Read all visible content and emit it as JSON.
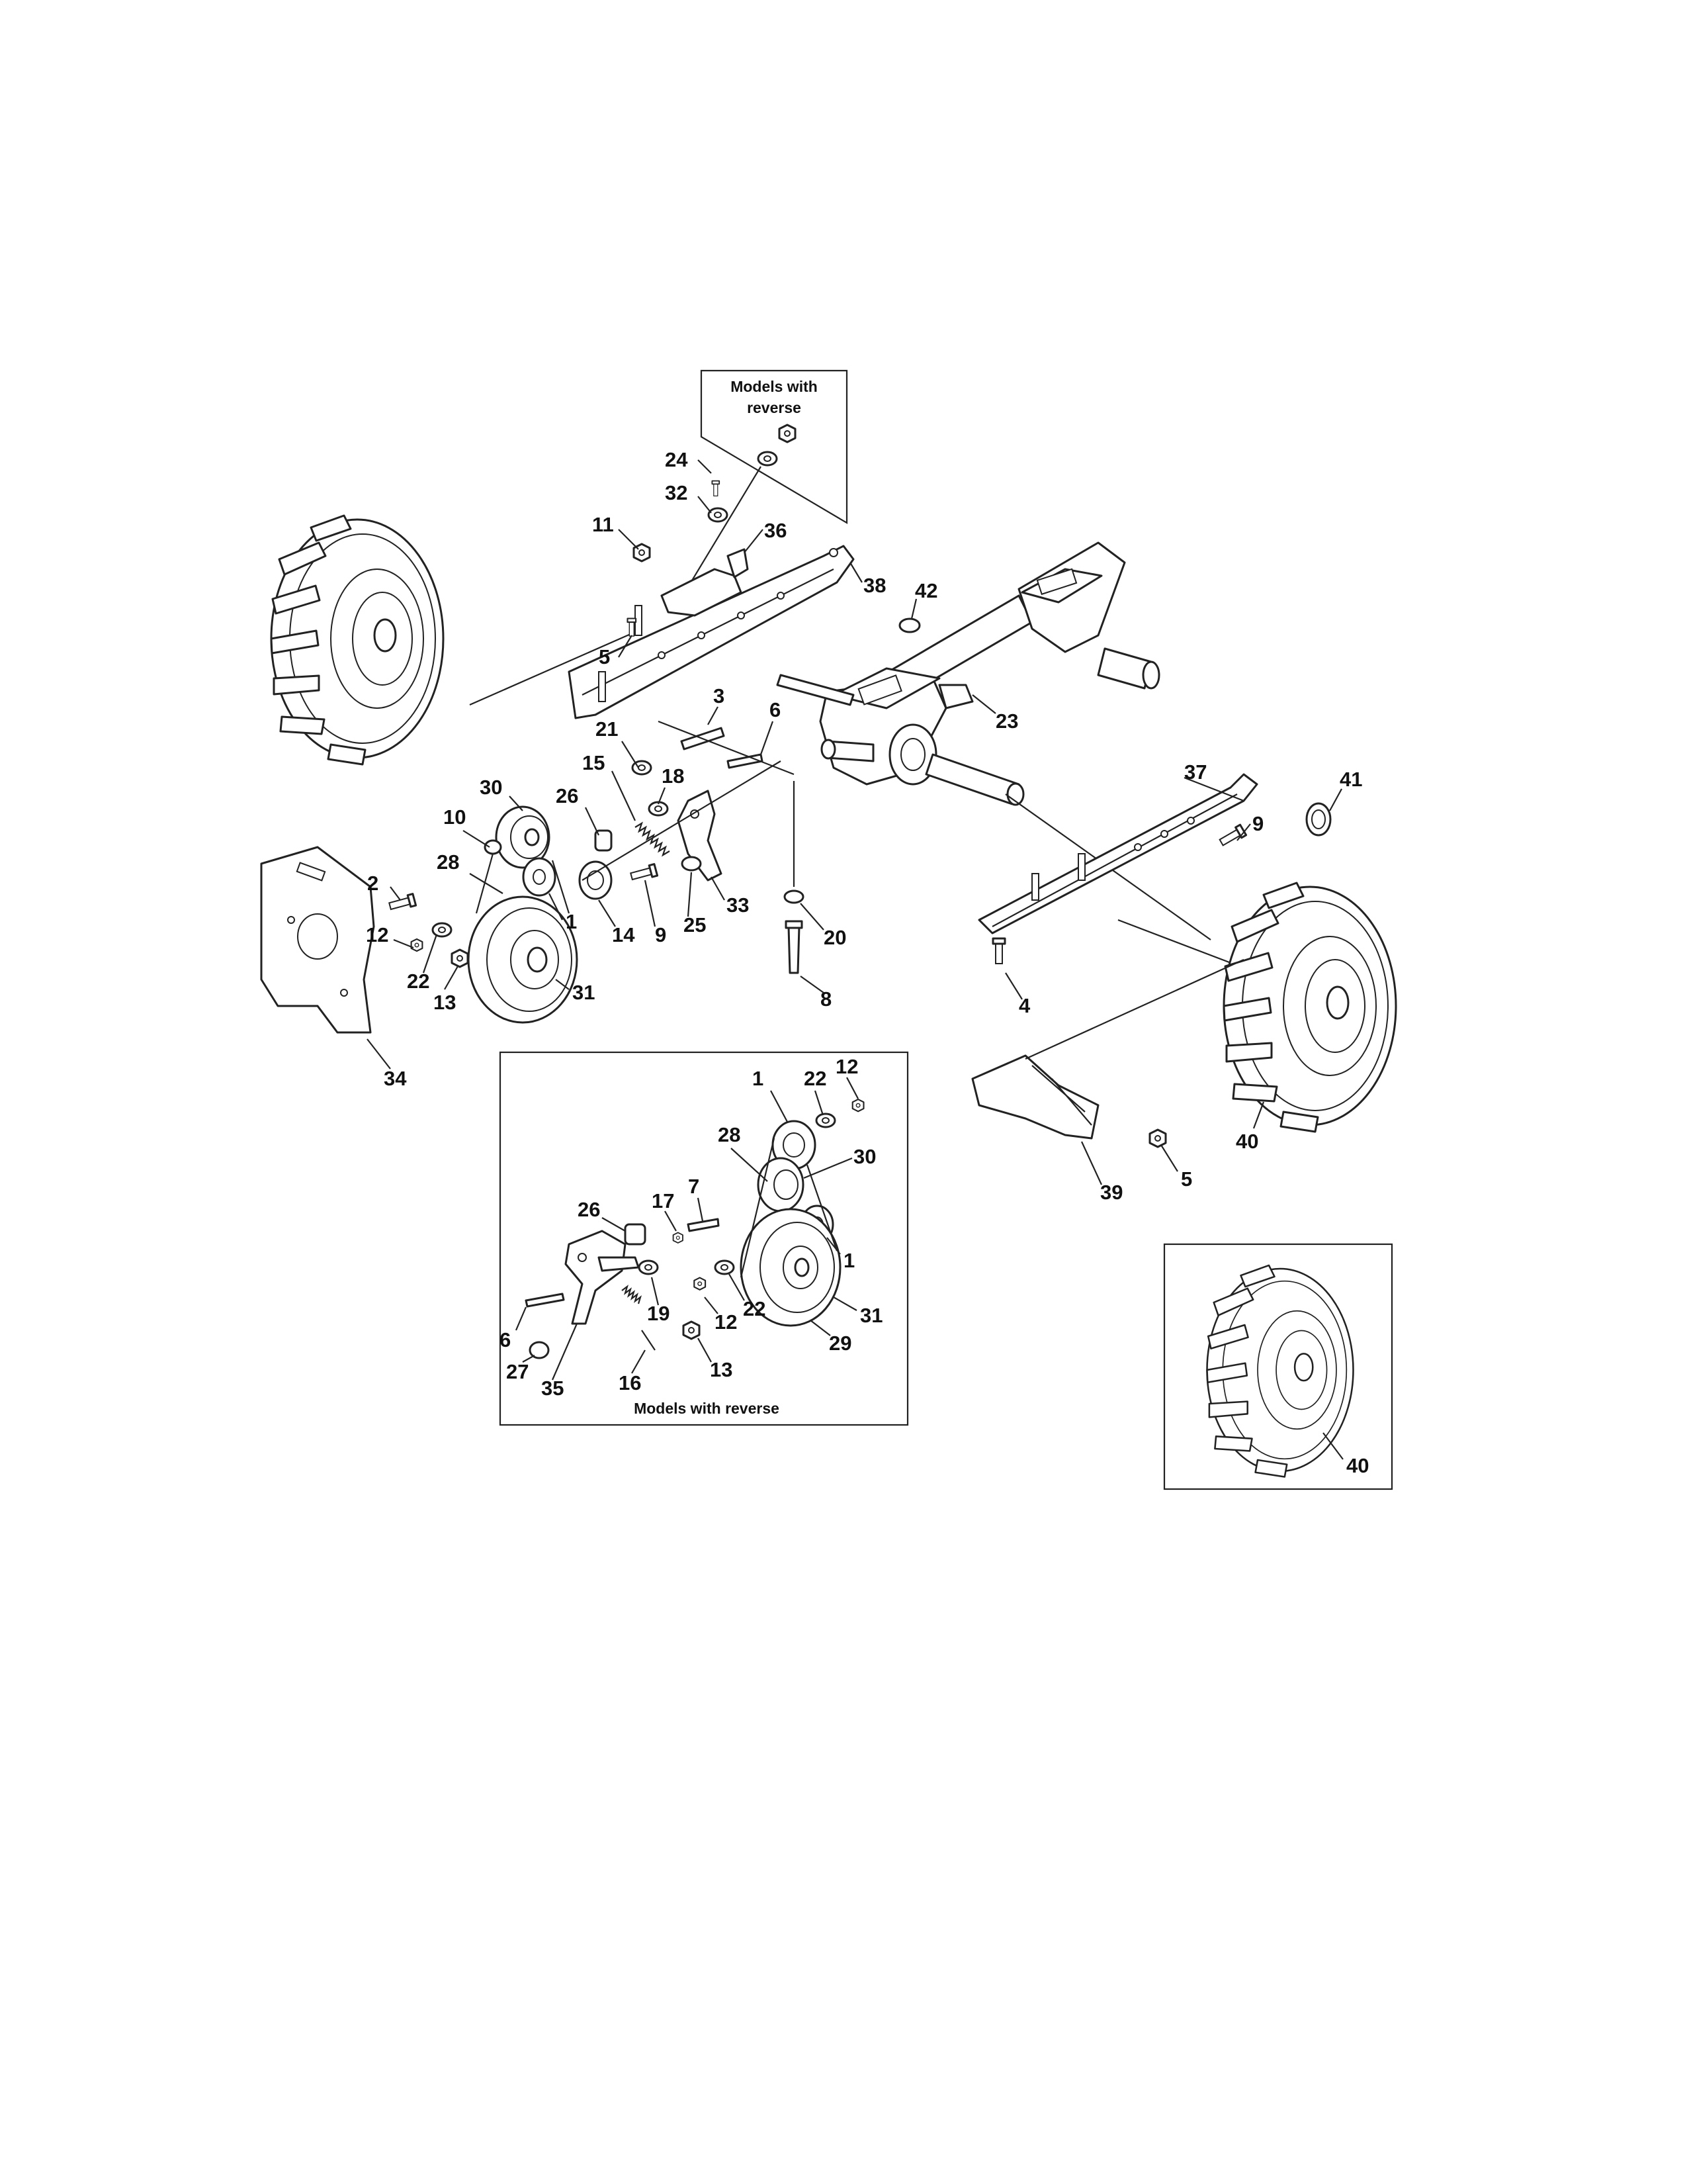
{
  "captions": {
    "top_inset": [
      "Models with",
      "reverse"
    ],
    "bottom_inset": "Models with reverse"
  },
  "callouts": {
    "main": [
      "1",
      "2",
      "3",
      "4",
      "5",
      "5",
      "6",
      "8",
      "9",
      "9",
      "10",
      "11",
      "12",
      "13",
      "14",
      "15",
      "18",
      "20",
      "21",
      "22",
      "23",
      "24",
      "25",
      "26",
      "28",
      "30",
      "31",
      "32",
      "33",
      "34",
      "36",
      "37",
      "38",
      "39",
      "40",
      "41",
      "42"
    ],
    "reverse_inset": [
      "1",
      "1",
      "6",
      "7",
      "12",
      "12",
      "13",
      "16",
      "17",
      "19",
      "22",
      "22",
      "26",
      "27",
      "28",
      "29",
      "30",
      "31",
      "35"
    ],
    "wheel_inset": [
      "40"
    ]
  }
}
